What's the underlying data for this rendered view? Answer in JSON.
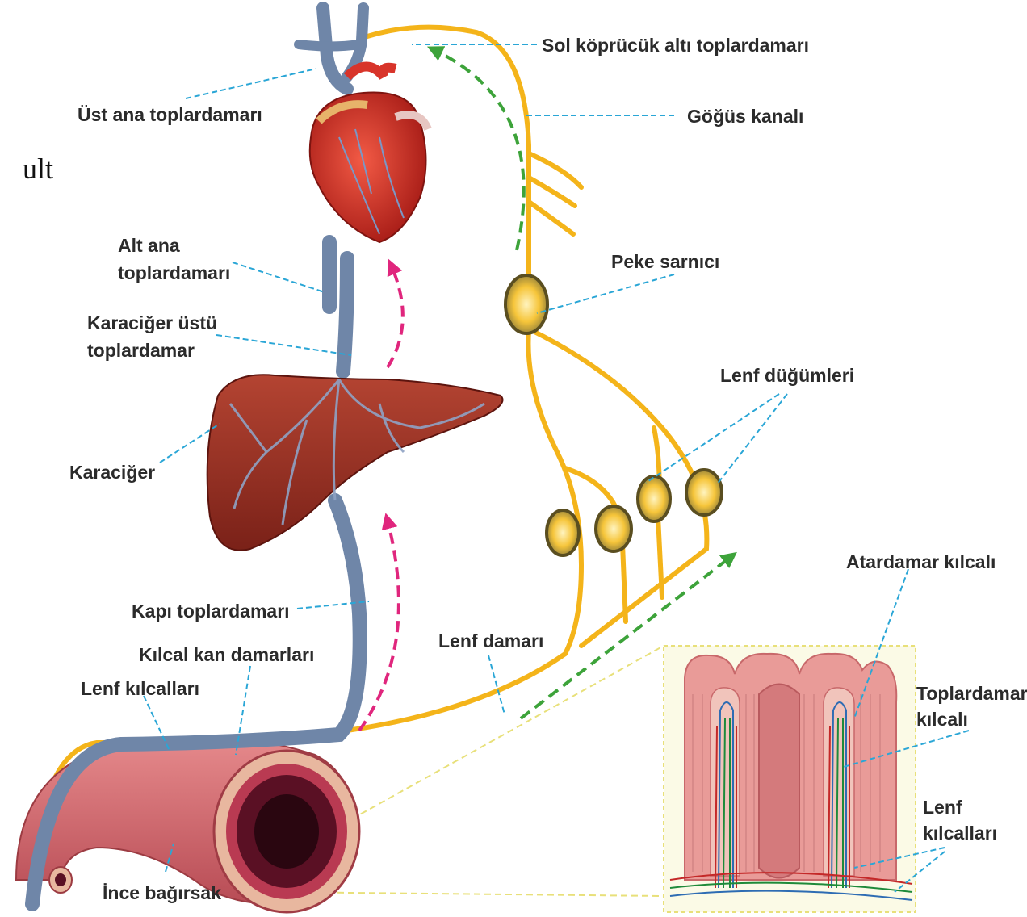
{
  "fragment": "ult",
  "labels": {
    "left_subclavian_vein": "Sol köprücük altı toplardamarı",
    "superior_vena_cava": "Üst ana toplardamarı",
    "thoracic_duct": "Göğüs kanalı",
    "inferior_vena_cava_1": "Alt ana",
    "inferior_vena_cava_2": "toplardamarı",
    "cisterna_chyli": "Peke sarnıcı",
    "hepatic_vein_1": "Karaciğer üstü",
    "hepatic_vein_2": "toplardamar",
    "lymph_nodes": "Lenf düğümleri",
    "liver": "Karaciğer",
    "arterial_capillary": "Atardamar kılcalı",
    "portal_vein": "Kapı toplardamarı",
    "lymph_vessel": "Lenf damarı",
    "blood_capillaries": "Kılcal kan damarları",
    "venous_capillary_1": "Toplardamar",
    "venous_capillary_2": "kılcalı",
    "lymph_capillaries": "Lenf kılcalları",
    "lymph_capillaries_inset_1": "Lenf",
    "lymph_capillaries_inset_2": "kılcalları",
    "small_intestine": "İnce bağırsak"
  },
  "colors": {
    "vein": "#6f86a8",
    "lymph": "#f4b41a",
    "heart": "#d8342a",
    "liver": "#8e2c24",
    "intestine": "#d9747a",
    "leader_line": "#2aa6d6",
    "arrow_blood": "#e0267d",
    "arrow_lymph": "#3da33a",
    "inset_border": "#e8e07a",
    "inset_bg": "#fbfae6"
  }
}
